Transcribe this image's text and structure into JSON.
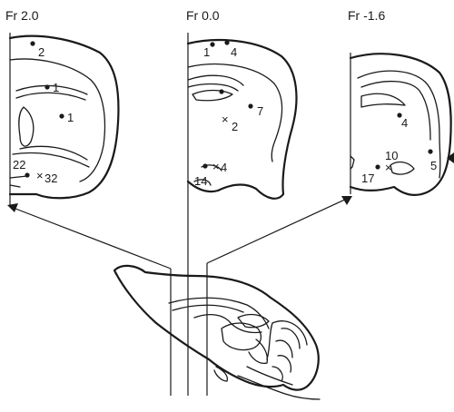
{
  "sections": [
    {
      "id": "fr2",
      "title": "Fr 2.0",
      "markers": [
        {
          "id": "m1",
          "label": "2",
          "kind": "dot"
        },
        {
          "id": "m2",
          "label": "1",
          "kind": "dot"
        },
        {
          "id": "m3",
          "label": "1",
          "kind": "dot"
        },
        {
          "id": "m4",
          "label": "22",
          "kind": "dot"
        },
        {
          "id": "m5",
          "label": "32",
          "kind": "cross"
        }
      ]
    },
    {
      "id": "fr0",
      "title": "Fr 0.0",
      "markers": [
        {
          "id": "m1",
          "label": "1",
          "kind": "dot"
        },
        {
          "id": "m2",
          "label": "4",
          "kind": "dot"
        },
        {
          "id": "m3",
          "label": "",
          "kind": "dot"
        },
        {
          "id": "m4",
          "label": "7",
          "kind": "dot"
        },
        {
          "id": "m5",
          "label": "2",
          "kind": "cross"
        },
        {
          "id": "m6",
          "label": "4",
          "kind": "cross"
        },
        {
          "id": "m7",
          "label": "14",
          "kind": "dot"
        }
      ]
    },
    {
      "id": "frm16",
      "title": "Fr -1.6",
      "markers": [
        {
          "id": "m1",
          "label": "4",
          "kind": "dot"
        },
        {
          "id": "m2",
          "label": "10",
          "kind": "cross"
        },
        {
          "id": "m3",
          "label": "17",
          "kind": "dot"
        },
        {
          "id": "m4",
          "label": "5",
          "kind": "dot"
        }
      ]
    }
  ],
  "glyphs": {
    "dot": "•",
    "cross": "×"
  }
}
